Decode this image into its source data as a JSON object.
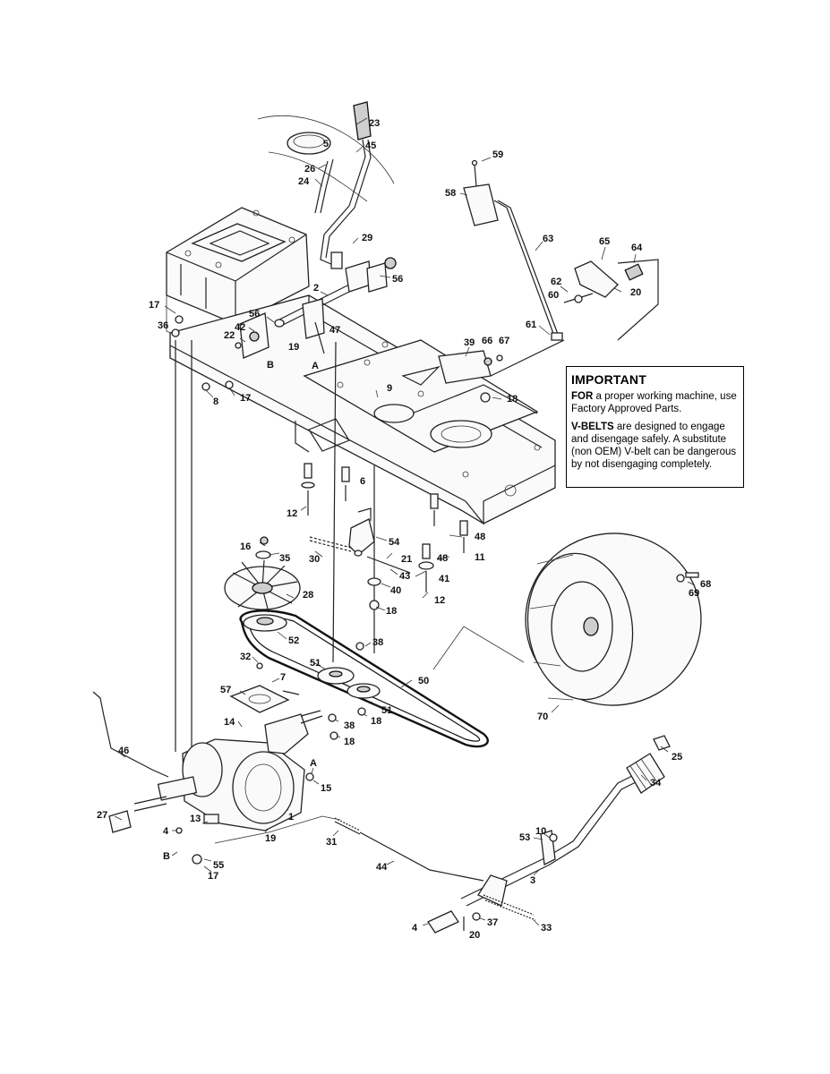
{
  "notice": {
    "title": "IMPORTANT",
    "p1_lead": "FOR",
    "p1_text": " a proper working machine, use Factory Approved Parts.",
    "p2_lead": "V-BELTS",
    "p2_text": " are designed to engage and disengage safely. A substitute (non OEM) V-belt can be dangerous by not disengaging completely."
  },
  "callouts": [
    {
      "id": "c23",
      "text": "23"
    },
    {
      "id": "c45",
      "text": "45"
    },
    {
      "id": "c5",
      "text": "5"
    },
    {
      "id": "c26",
      "text": "26"
    },
    {
      "id": "c24",
      "text": "24"
    },
    {
      "id": "c29",
      "text": "29"
    },
    {
      "id": "c56a",
      "text": "56"
    },
    {
      "id": "c2",
      "text": "2"
    },
    {
      "id": "c17a",
      "text": "17"
    },
    {
      "id": "c36",
      "text": "36"
    },
    {
      "id": "c56b",
      "text": "56"
    },
    {
      "id": "c42",
      "text": "42"
    },
    {
      "id": "c22",
      "text": "22"
    },
    {
      "id": "c19a",
      "text": "19"
    },
    {
      "id": "c47",
      "text": "47"
    },
    {
      "id": "cA1",
      "text": "A"
    },
    {
      "id": "cB1",
      "text": "B"
    },
    {
      "id": "c8",
      "text": "8"
    },
    {
      "id": "c17b",
      "text": "17"
    },
    {
      "id": "c9",
      "text": "9"
    },
    {
      "id": "c59",
      "text": "59"
    },
    {
      "id": "c58",
      "text": "58"
    },
    {
      "id": "c63",
      "text": "63"
    },
    {
      "id": "c65",
      "text": "65"
    },
    {
      "id": "c64",
      "text": "64"
    },
    {
      "id": "c62",
      "text": "62"
    },
    {
      "id": "c60",
      "text": "60"
    },
    {
      "id": "c20a",
      "text": "20"
    },
    {
      "id": "c61",
      "text": "61"
    },
    {
      "id": "c39",
      "text": "39"
    },
    {
      "id": "c66",
      "text": "66"
    },
    {
      "id": "c67",
      "text": "67"
    },
    {
      "id": "c18a",
      "text": "18"
    },
    {
      "id": "c6",
      "text": "6"
    },
    {
      "id": "c12a",
      "text": "12"
    },
    {
      "id": "c54",
      "text": "54"
    },
    {
      "id": "c16",
      "text": "16"
    },
    {
      "id": "c35",
      "text": "35"
    },
    {
      "id": "c30",
      "text": "30"
    },
    {
      "id": "c21",
      "text": "21"
    },
    {
      "id": "c43",
      "text": "43"
    },
    {
      "id": "c48a",
      "text": "48"
    },
    {
      "id": "c48b",
      "text": "48"
    },
    {
      "id": "c11",
      "text": "11"
    },
    {
      "id": "c41",
      "text": "41"
    },
    {
      "id": "c40",
      "text": "40"
    },
    {
      "id": "c12b",
      "text": "12"
    },
    {
      "id": "c18b",
      "text": "18"
    },
    {
      "id": "c28",
      "text": "28"
    },
    {
      "id": "c68",
      "text": "68"
    },
    {
      "id": "c69",
      "text": "69"
    },
    {
      "id": "c52",
      "text": "52"
    },
    {
      "id": "c38a",
      "text": "38"
    },
    {
      "id": "c32",
      "text": "32"
    },
    {
      "id": "c51a",
      "text": "51"
    },
    {
      "id": "c7",
      "text": "7"
    },
    {
      "id": "c50",
      "text": "50"
    },
    {
      "id": "c57",
      "text": "57"
    },
    {
      "id": "c51b",
      "text": "51"
    },
    {
      "id": "c18c",
      "text": "18"
    },
    {
      "id": "c38b",
      "text": "38"
    },
    {
      "id": "c18d",
      "text": "18"
    },
    {
      "id": "c70",
      "text": "70"
    },
    {
      "id": "c14",
      "text": "14"
    },
    {
      "id": "c46",
      "text": "46"
    },
    {
      "id": "cA2",
      "text": "A"
    },
    {
      "id": "c15",
      "text": "15"
    },
    {
      "id": "c25",
      "text": "25"
    },
    {
      "id": "c34",
      "text": "34"
    },
    {
      "id": "c27",
      "text": "27"
    },
    {
      "id": "c1",
      "text": "1"
    },
    {
      "id": "c13",
      "text": "13"
    },
    {
      "id": "c4a",
      "text": "4"
    },
    {
      "id": "c19b",
      "text": "19"
    },
    {
      "id": "c31",
      "text": "31"
    },
    {
      "id": "c10",
      "text": "10"
    },
    {
      "id": "c53",
      "text": "53"
    },
    {
      "id": "cB2",
      "text": "B"
    },
    {
      "id": "c55",
      "text": "55"
    },
    {
      "id": "c17c",
      "text": "17"
    },
    {
      "id": "c44",
      "text": "44"
    },
    {
      "id": "c3",
      "text": "3"
    },
    {
      "id": "c4b",
      "text": "4"
    },
    {
      "id": "c37",
      "text": "37"
    },
    {
      "id": "c33",
      "text": "33"
    },
    {
      "id": "c20b",
      "text": "20"
    }
  ]
}
